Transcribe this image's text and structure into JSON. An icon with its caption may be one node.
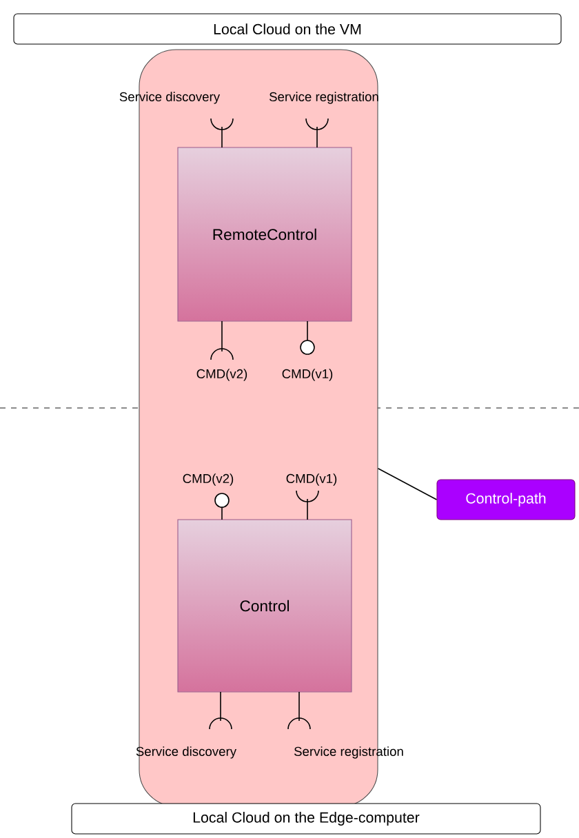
{
  "diagram": {
    "nodes": [
      {
        "text": [
          "Local Cloud on the VM"
        ]
      },
      {
        "text": [],
        "shape": "box"
      },
      {
        "text": [
          "RemoteControl"
        ],
        "in": 1
      },
      {
        "text": [
          "Control"
        ],
        "in": 1
      },
      {
        "text": [
          "Control-path"
        ]
      },
      {
        "text": [
          "Local Cloud on the Edge-computer"
        ]
      }
    ],
    "edges": [
      {
        "from": 4,
        "to": 1,
        "arrow": "none"
      }
    ],
    "labels": [
      "Service discovery",
      "Service registration",
      "CMD(v2)",
      "CMD(v1)",
      "CMD(v2)",
      "CMD(v1)",
      "Service discovery",
      "Service registration"
    ]
  }
}
